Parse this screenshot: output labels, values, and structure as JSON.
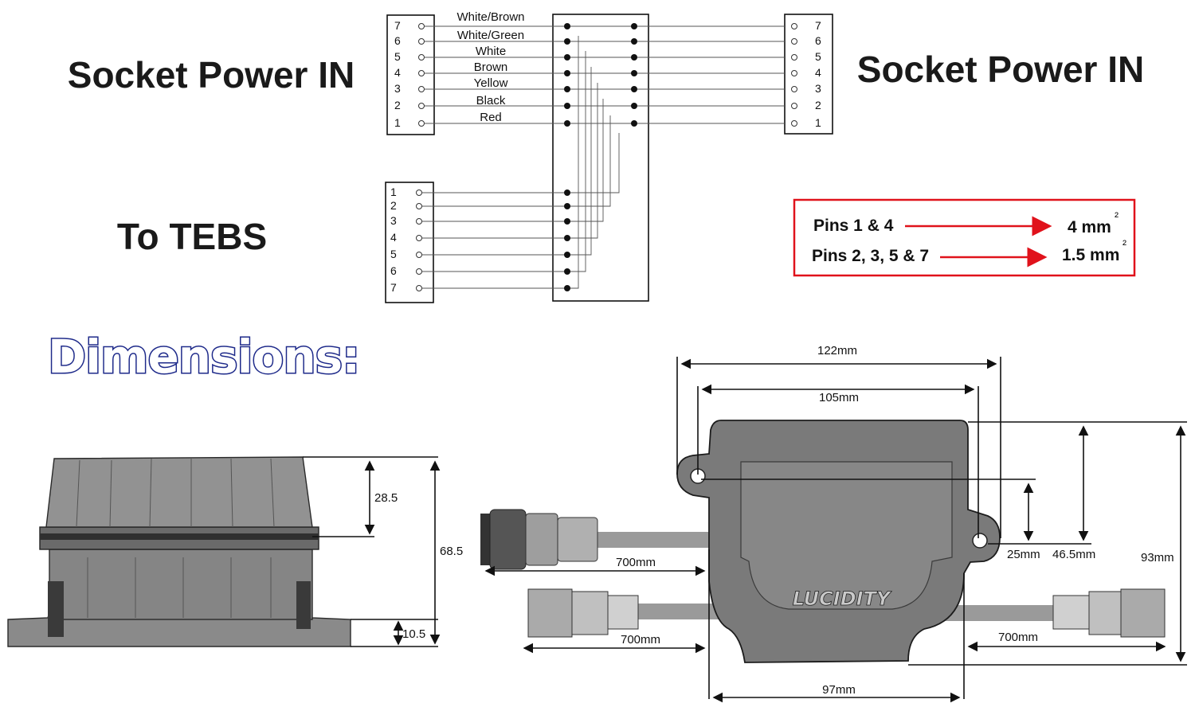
{
  "headings": {
    "left_top": "Socket Power IN",
    "right_top": "Socket Power IN",
    "left_mid": "To TEBS",
    "dimensions": "Dimensions:"
  },
  "wiring": {
    "wire_labels": [
      "White/Brown",
      "White/Green",
      "White",
      "Brown",
      "Yellow",
      "Black",
      "Red"
    ],
    "left_socket_pins": [
      "7",
      "6",
      "5",
      "4",
      "3",
      "2",
      "1"
    ],
    "right_socket_pins": [
      "7",
      "6",
      "5",
      "4",
      "3",
      "2",
      "1"
    ],
    "tebs_pins": [
      "1",
      "2",
      "3",
      "4",
      "5",
      "6",
      "7"
    ]
  },
  "legend": {
    "row1_label": "Pins 1 & 4",
    "row1_value": "4 mm",
    "row1_sup": "²",
    "row2_label": "Pins 2, 3, 5 & 7",
    "row2_value": "1.5 mm",
    "row2_sup": "²",
    "border_color": "#e0121b",
    "arrow_color": "#e0121b"
  },
  "side_view": {
    "upper_height": "28.5",
    "total_height": "68.5",
    "base_height": "10.5"
  },
  "top_view": {
    "width_outer": "122mm",
    "width_inner": "105mm",
    "hole_offset": "25mm",
    "hole_span": "46.5mm",
    "height_total": "93mm",
    "body_width": "97mm",
    "cable_top_left": "700mm",
    "cable_bottom_left": "700mm",
    "cable_bottom_right": "700mm",
    "brand": "LUCIDITY"
  }
}
